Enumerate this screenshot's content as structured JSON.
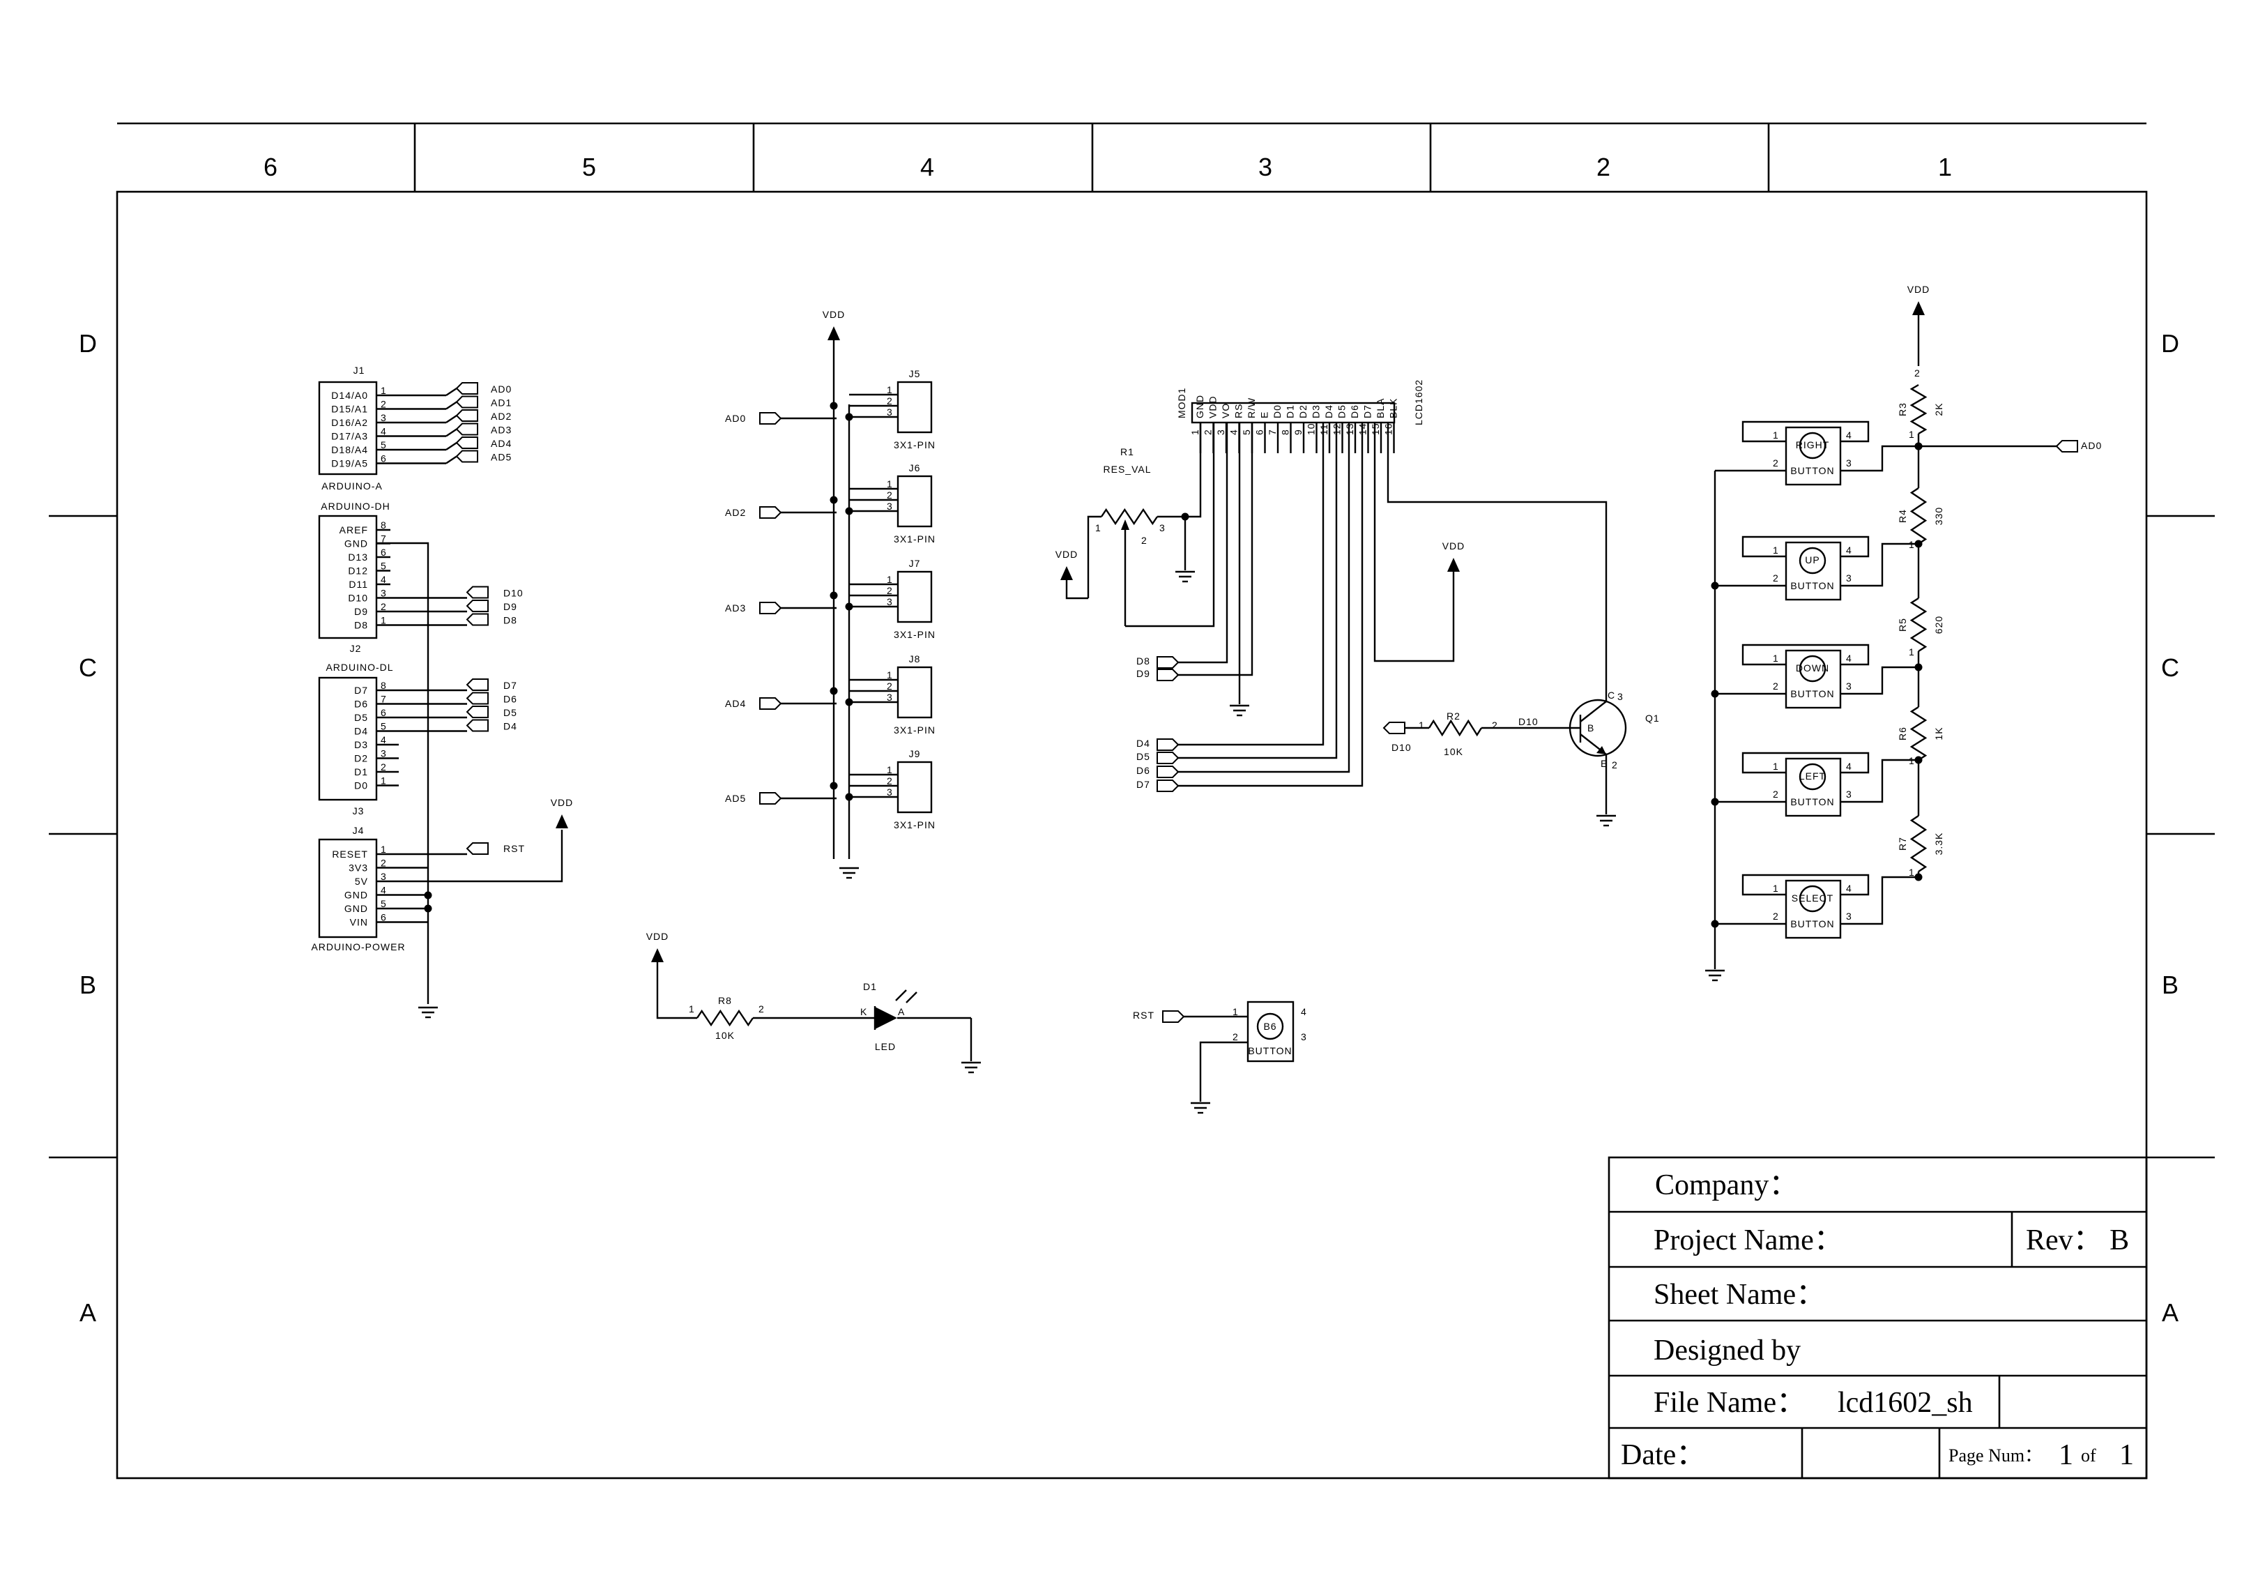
{
  "zones": {
    "columns": [
      "6",
      "5",
      "4",
      "3",
      "2",
      "1"
    ],
    "rows": [
      "D",
      "C",
      "B",
      "A"
    ]
  },
  "arduino": {
    "j1": {
      "ref": "J1",
      "name": "ARDUINO-A",
      "pins": [
        "D14/A0",
        "D15/A1",
        "D16/A2",
        "D17/A3",
        "D18/A4",
        "D19/A5"
      ],
      "nums": [
        "1",
        "2",
        "3",
        "4",
        "5",
        "6"
      ],
      "nets": [
        "AD0",
        "AD1",
        "AD2",
        "AD3",
        "AD4",
        "AD5"
      ]
    },
    "j2": {
      "ref": "J2",
      "name": "ARDUINO-DH",
      "pins": [
        "AREF",
        "GND",
        "D13",
        "D12",
        "D11",
        "D10",
        "D9",
        "D8"
      ],
      "nums": [
        "8",
        "7",
        "6",
        "5",
        "4",
        "3",
        "2",
        "1"
      ],
      "nets": [
        "D10",
        "D9",
        "D8"
      ]
    },
    "j3": {
      "ref": "J3",
      "name": "ARDUINO-DL",
      "pins": [
        "D7",
        "D6",
        "D5",
        "D4",
        "D3",
        "D2",
        "D1",
        "D0"
      ],
      "nums": [
        "8",
        "7",
        "6",
        "5",
        "4",
        "3",
        "2",
        "1"
      ],
      "nets": [
        "D7",
        "D6",
        "D5",
        "D4"
      ]
    },
    "j4": {
      "ref": "J4",
      "name": "ARDUINO-POWER",
      "pins": [
        "RESET",
        "3V3",
        "5V",
        "GND",
        "GND",
        "VIN"
      ],
      "nums": [
        "1",
        "2",
        "3",
        "4",
        "5",
        "6"
      ],
      "net": "RST"
    }
  },
  "headers": [
    {
      "ref": "J5",
      "net": "AD0",
      "type": "3X1-PIN"
    },
    {
      "ref": "J6",
      "net": "AD2",
      "type": "3X1-PIN"
    },
    {
      "ref": "J7",
      "net": "AD3",
      "type": "3X1-PIN"
    },
    {
      "ref": "J8",
      "net": "AD4",
      "type": "3X1-PIN"
    },
    {
      "ref": "J9",
      "net": "AD5",
      "type": "3X1-PIN"
    }
  ],
  "header_pins": [
    "1",
    "2",
    "3"
  ],
  "vdd": "VDD",
  "lcd": {
    "ref": "MOD1",
    "name": "LCD1602",
    "pins": [
      "GND",
      "VDD",
      "VO",
      "RS",
      "R/W",
      "E",
      "D0",
      "D1",
      "D2",
      "D3",
      "D4",
      "D5",
      "D6",
      "D7",
      "BLA",
      "BLK"
    ],
    "nums": [
      "1",
      "2",
      "3",
      "4",
      "5",
      "6",
      "7",
      "8",
      "9",
      "10",
      "11",
      "12",
      "13",
      "14",
      "15",
      "16"
    ],
    "nets_a": [
      "D8",
      "D9"
    ],
    "nets_b": [
      "D4",
      "D5",
      "D6",
      "D7"
    ]
  },
  "pot": {
    "ref": "R1",
    "value": "RES_VAL",
    "p1": "1",
    "p2": "2",
    "p3": "3"
  },
  "transistor": {
    "ref": "Q1",
    "net_in": "D10",
    "r_ref": "R2",
    "r_val": "10K",
    "wire": "D10",
    "c": "C",
    "b": "B",
    "e": "E",
    "p1": "1",
    "p2": "2",
    "p3": "3"
  },
  "led": {
    "r_ref": "R8",
    "r_val": "10K",
    "ref": "D1",
    "name": "LED",
    "k": "K",
    "a": "A",
    "p1": "1",
    "p2": "2"
  },
  "reset_btn": {
    "net": "RST",
    "ref": "B6",
    "name": "BUTTON",
    "pins": [
      "1",
      "2",
      "4",
      "3"
    ]
  },
  "buttons": [
    {
      "label": "RIGHT",
      "name": "BUTTON"
    },
    {
      "label": "UP",
      "name": "BUTTON"
    },
    {
      "label": "DOWN",
      "name": "BUTTON"
    },
    {
      "label": "LEFT",
      "name": "BUTTON"
    },
    {
      "label": "SELECT",
      "name": "BUTTON"
    }
  ],
  "button_pins": [
    "1",
    "2",
    "4",
    "3"
  ],
  "ladder": {
    "net": "AD0",
    "resistors": [
      {
        "ref": "R3",
        "value": "2K"
      },
      {
        "ref": "R4",
        "value": "330"
      },
      {
        "ref": "R5",
        "value": "620"
      },
      {
        "ref": "R6",
        "value": "1K"
      },
      {
        "ref": "R7",
        "value": "3.3K"
      }
    ],
    "p1": "1",
    "p2": "2"
  },
  "title_block": {
    "company": "Company：",
    "project": "Project Name：",
    "rev": "Rev： B",
    "sheet": "Sheet Name：",
    "designed": "Designed by",
    "file_label": "File Name：",
    "file_value": "lcd1602_sh",
    "date": "Date：",
    "page_label": "Page Num：",
    "page_num": "1",
    "page_of": "of",
    "page_total": "1"
  }
}
